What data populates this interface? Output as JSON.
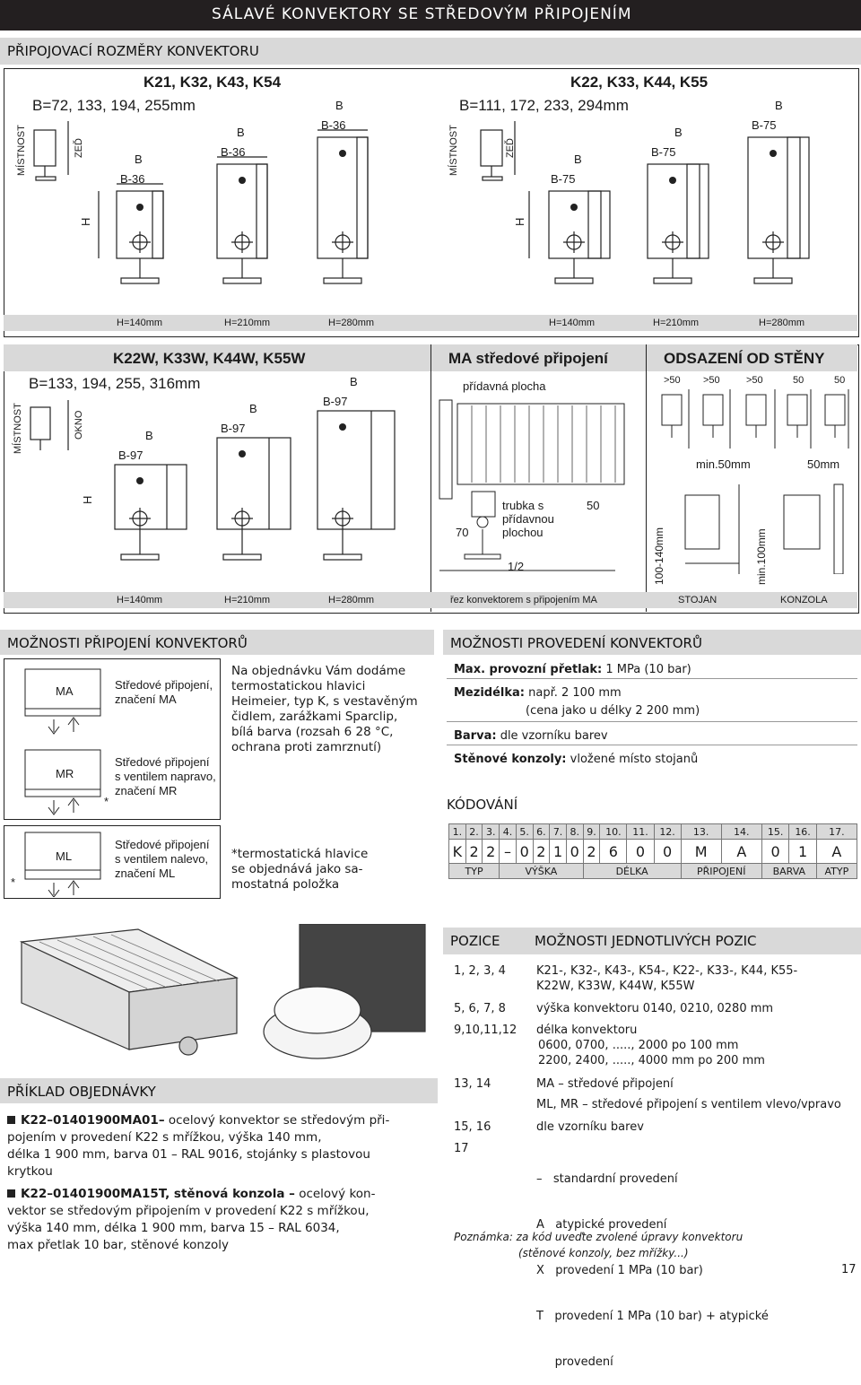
{
  "header": {
    "title": "SÁLAVÉ KONVEKTORY SE STŘEDOVÝM PŘIPOJENÍM"
  },
  "section1": {
    "title": "PŘIPOJOVACÍ ROZMĚRY KONVEKTORU",
    "left": {
      "title": "K21, K32, K43, K54",
      "bvalues": "B=72, 133, 194, 255mm",
      "room": "MÍSTNOST",
      "wall": "ZEĎ",
      "B": "B",
      "Bminus": "B-36",
      "H": "H",
      "heights": [
        "H=140mm",
        "H=210mm",
        "H=280mm"
      ]
    },
    "right": {
      "title": "K22, K33, K44, K55",
      "bvalues": "B=111, 172, 233, 294mm",
      "room": "MÍSTNOST",
      "wall": "ZEĎ",
      "B": "B",
      "Bminus": "B-75",
      "H": "H",
      "heights": [
        "H=140mm",
        "H=210mm",
        "H=280mm"
      ]
    }
  },
  "section2": {
    "w": {
      "title": "K22W, K33W, K44W, K55W",
      "bvalues": "B=133, 194, 255, 316mm",
      "room": "MÍSTNOST",
      "window": "OKNO",
      "B": "B",
      "Bminus": "B-97",
      "H": "H",
      "heights": [
        "H=140mm",
        "H=210mm",
        "H=280mm"
      ]
    },
    "ma": {
      "title": "MA středové připojení",
      "extra_area": "přídavná plocha",
      "tube_l1": "trubka s",
      "tube_l2": "přídavnou",
      "tube_l3": "plochou",
      "d70": "70",
      "d50": "50",
      "half": "1/2",
      "caption": "řez konvektorem s připojením MA"
    },
    "offset": {
      "title": "ODSAZENÍ OD STĚNY",
      "marks": [
        ">50",
        ">50",
        ">50",
        "50",
        "50"
      ],
      "min50": "min.50mm",
      "mm50": "50mm",
      "h_stand": "100-140mm",
      "h_bracket": "min.100mm",
      "stand": "STOJAN",
      "bracket": "KONZOLA"
    }
  },
  "connections": {
    "title": "MOŽNOSTI PŘIPOJENÍ KONVEKTORŮ",
    "items": [
      {
        "code": "MA",
        "lines": [
          "Středové připojení,",
          "značení MA"
        ]
      },
      {
        "code": "MR",
        "lines": [
          "Středové připojení",
          "s ventilem napravo,",
          "značení MR"
        ]
      },
      {
        "code": "ML",
        "lines": [
          "Středové připojení",
          "s ventilem nalevo,",
          "značení ML"
        ]
      }
    ],
    "star": "*",
    "order_note": [
      "Na objednávku Vám dodáme",
      "termostatickou hlavici",
      "Heimeier, typ K, s vestavěným",
      "čidlem, zarážkami Sparclip,",
      "bílá barva (rozsah 6 28 °C,",
      "ochrana proti zamrznutí)"
    ],
    "thermo_note": [
      "*termostatická hlavice",
      "se objednává jako sa-",
      "mostatná položka"
    ]
  },
  "options": {
    "title": "MOŽNOSTI PROVEDENÍ KONVEKTORŮ",
    "rows": [
      {
        "label": "Max. provozní přetlak:",
        "value": "1 MPa (10 bar)"
      },
      {
        "label": "Mezidélka:",
        "value": "např. 2 100 mm"
      },
      {
        "label": "",
        "value": "(cena jako u délky 2 200 mm)"
      },
      {
        "label": "Barva:",
        "value": "dle vzorníku barev"
      },
      {
        "label": "Stěnové konzoly:",
        "value": "vložené místo stojanů"
      }
    ]
  },
  "coding": {
    "title": "KÓDOVÁNÍ",
    "positions": [
      "1.",
      "2.",
      "3.",
      "4.",
      "5.",
      "6.",
      "7.",
      "8.",
      "9.",
      "10.",
      "11.",
      "12.",
      "13.",
      "14.",
      "15.",
      "16.",
      "17."
    ],
    "values": [
      "K",
      "2",
      "2",
      "–",
      "0",
      "2",
      "1",
      "0",
      "2",
      "6",
      "0",
      "0",
      "M",
      "A",
      "0",
      "1",
      "A"
    ],
    "groups": [
      "TYP",
      "VÝŠKA",
      "DÉLKA",
      "PŘIPOJENÍ",
      "BARVA",
      "ATYP"
    ]
  },
  "position_table": {
    "col1": "POZICE",
    "col2": "MOŽNOSTI JEDNOTLIVÝCH POZIC",
    "rows": [
      {
        "pos": "1, 2, 3, 4",
        "lines": [
          "K21-, K32-, K43-, K54-, K22-, K33-, K44, K55-",
          "K22W, K33W, K44W, K55W"
        ]
      },
      {
        "pos": "5, 6, 7, 8",
        "lines": [
          "výška konvektoru 0140, 0210, 0280 mm"
        ]
      },
      {
        "pos": "9,10,11,12",
        "lines": [
          "délka konvektoru",
          "0600, 0700, ....., 2000 po 100 mm",
          "2200, 2400, ....., 4000 mm po 200 mm"
        ]
      },
      {
        "pos": "13, 14",
        "lines": [
          "MA – středové připojení",
          "ML, MR – středové připojení s ventilem vlevo/vpravo"
        ]
      },
      {
        "pos": "15, 16",
        "lines": [
          "dle vzorníku barev"
        ]
      },
      {
        "pos": "17",
        "lines": [
          "–   standardní provedení",
          "A   atypické provedení",
          "X   provedení 1 MPa (10 bar)",
          "T   provedení 1 MPa (10 bar) + atypické",
          "     provedení"
        ]
      }
    ],
    "note": [
      "Poznámka: za kód uveďte zvolené úpravy konvektoru",
      "(stěnové konzoly, bez mřížky...)"
    ]
  },
  "example": {
    "title": "PŘÍKLAD OBJEDNÁVKY",
    "items": [
      {
        "code": "K22–01401900MA01–",
        "lines": [
          "ocelový konvektor se středovým při-",
          "pojením v provedení K22 s mřížkou, výška 140 mm,",
          "délka 1 900 mm, barva 01 – RAL 9016, stojánky s plastovou",
          "krytkou"
        ]
      },
      {
        "code": "K22–01401900MA15T, stěnová konzola –",
        "lines": [
          "ocelový kon-",
          "vektor se středovým připojením v provedení K22 s mřížkou,",
          "výška 140 mm, délka 1 900 mm, barva 15 – RAL 6034,",
          "max přetlak 10 bar, stěnové konzoly"
        ]
      }
    ]
  },
  "page_number": "17"
}
